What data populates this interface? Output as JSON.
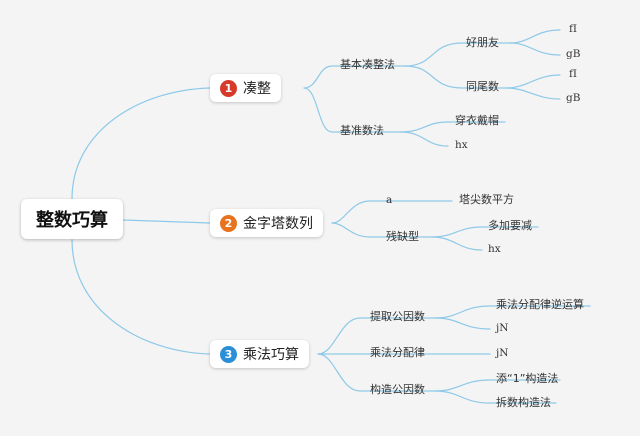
{
  "root": "整数巧算",
  "branches": [
    {
      "number": "1",
      "color": "#d63a2a",
      "label": "凑整",
      "children": [
        {
          "label": "基本凑整法",
          "children": [
            {
              "label": "好朋友",
              "children": [
                "fI",
                "gB"
              ]
            },
            {
              "label": "同尾数",
              "children": [
                "fI",
                "gB"
              ]
            }
          ]
        },
        {
          "label": "基准数法",
          "children": [
            {
              "label": "穿衣戴帽"
            },
            {
              "label": "hx"
            }
          ]
        }
      ]
    },
    {
      "number": "2",
      "color": "#e8731f",
      "label": "金字塔数列",
      "children": [
        {
          "label": "a",
          "children": [
            {
              "label": "塔尖数平方"
            }
          ]
        },
        {
          "label": "残缺型",
          "children": [
            {
              "label": "多加要减"
            },
            {
              "label": "hx"
            }
          ]
        }
      ]
    },
    {
      "number": "3",
      "color": "#2a8fd6",
      "label": "乘法巧算",
      "children": [
        {
          "label": "提取公因数",
          "children": [
            {
              "label": "乘法分配律逆运算"
            },
            {
              "label": "jN"
            }
          ]
        },
        {
          "label": "乘法分配律",
          "children": [
            {
              "label": "jN"
            }
          ]
        },
        {
          "label": "构造公因数",
          "children": [
            {
              "label": "添“1”构造法"
            },
            {
              "label": "拆数构造法"
            }
          ]
        }
      ]
    }
  ],
  "colors": {
    "connector": "#8ec9e8",
    "background": "#f4f4f4"
  }
}
